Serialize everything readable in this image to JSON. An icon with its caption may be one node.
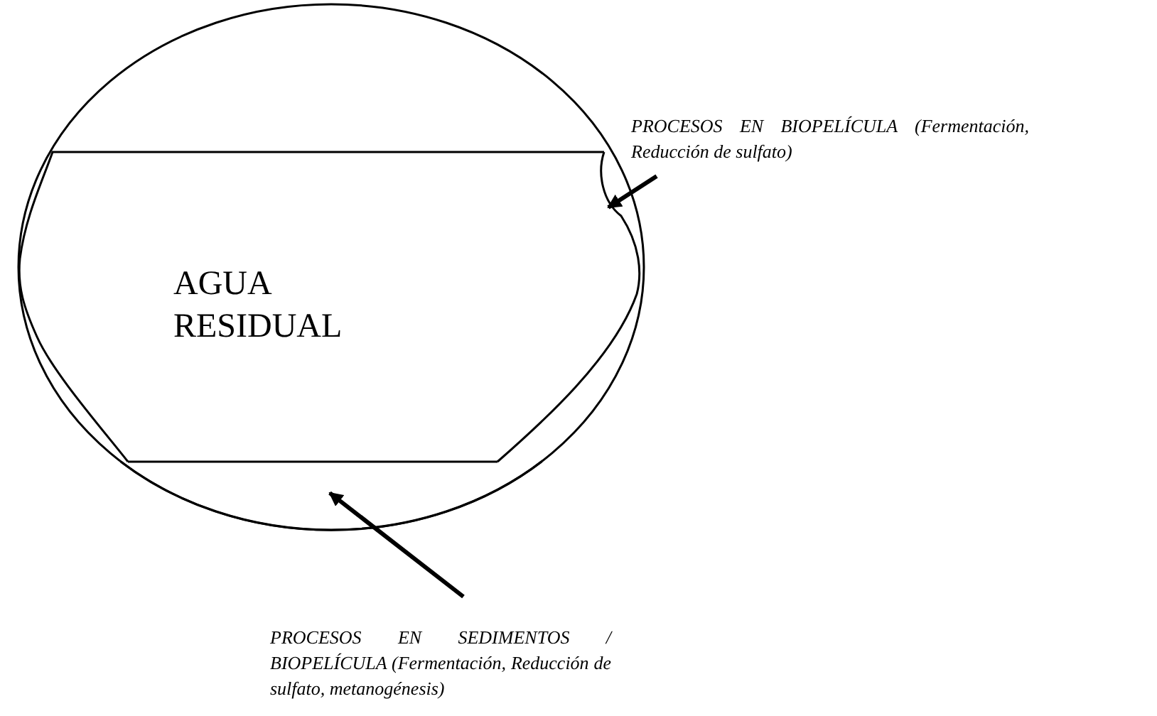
{
  "diagram": {
    "nodes": [
      {
        "text": [],
        "shape": "circle"
      },
      {
        "text": [
          "AGUA RESIDUAL"
        ],
        "in": 0
      },
      {
        "text": [
          "PROCESOS EN BIOPELÍCULA (Fermentación, Reducción de sulfato)"
        ]
      },
      {
        "text": [
          "PROCESOS EN SEDIMENTOS / BIOPELÍCULA (Fermentación, Reducción de sulfato, metanogénesis)"
        ]
      },
      {
        "text": [],
        "shape": "band",
        "in": 0
      },
      {
        "text": [],
        "shape": "band",
        "in": 0
      }
    ],
    "edges": [
      {
        "from": 2,
        "to": 4,
        "arrow": "to"
      },
      {
        "from": 3,
        "to": 5,
        "arrow": "to"
      }
    ]
  }
}
